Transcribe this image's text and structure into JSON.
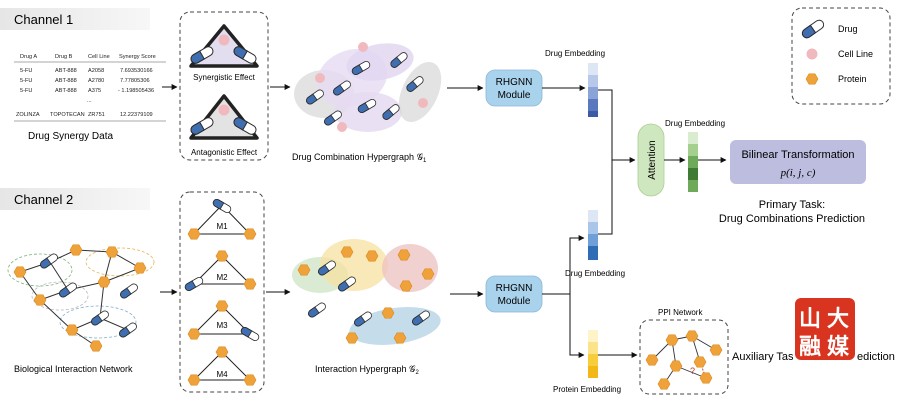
{
  "channel1": {
    "label": "Channel 1",
    "table": {
      "headers": [
        "Drug A",
        "Drug B",
        "Cell Line",
        "Synergy Score"
      ],
      "rows": [
        [
          "5-FU",
          "ABT-888",
          "A2058",
          "7.693530166"
        ],
        [
          "5-FU",
          "ABT-888",
          "A2780",
          "7.77805306"
        ],
        [
          "5-FU",
          "ABT-888",
          "A375",
          "- 1.198505436"
        ],
        [
          "ZOLINZA",
          "TOPOTECAN",
          "ZR751",
          "12.22379109"
        ]
      ],
      "ellipsis": "..."
    },
    "table_caption": "Drug Synergy Data",
    "effects": [
      "Synergistic Effect",
      "Antagonistic Effect"
    ],
    "hypergraph_label": "Drug Combination Hypergraph 𝒢",
    "hypergraph_sub": "1",
    "module": [
      "RHGNN",
      "Module"
    ],
    "embedding_label": "Drug Embedding"
  },
  "channel2": {
    "label": "Channel 2",
    "network_label": "Biological Interaction Network",
    "motifs": [
      "M1",
      "M2",
      "M3",
      "M4"
    ],
    "hypergraph_label": "Interaction Hypergraph 𝒢",
    "hypergraph_sub": "2",
    "module": [
      "RHGNN",
      "Module"
    ],
    "drug_embedding_label": "Drug Embedding",
    "protein_embedding_label": "Protein Embedding"
  },
  "fusion": {
    "attention": "Attention",
    "embedding_label": "Drug Embedding",
    "bilinear_title": "Bilinear Transformation",
    "bilinear_formula": "p(i, j, c)",
    "primary_task": [
      "Primary Task:",
      "Drug Combinations Prediction"
    ]
  },
  "auxiliary": {
    "ppi_label": "PPI Network",
    "question": "?",
    "task_label": "Auxiliary Tas",
    "task_label_end": "ediction"
  },
  "legend": {
    "items": [
      "Drug",
      "Cell Line",
      "Protein"
    ]
  },
  "watermark": {
    "chars": [
      "山",
      "大",
      "融",
      "媒"
    ]
  },
  "colors": {
    "drug_blue": "#3f6fb0",
    "cell_pink": "#f0b9bd",
    "protein_orange": "#f0a23a",
    "module_fill": "#a9d3ec",
    "attention_fill": "#cfe7bf",
    "bilinear_fill": "#bdbde0",
    "ppi_yellow": "#f6c92b",
    "watermark_red": "#d9341f"
  }
}
